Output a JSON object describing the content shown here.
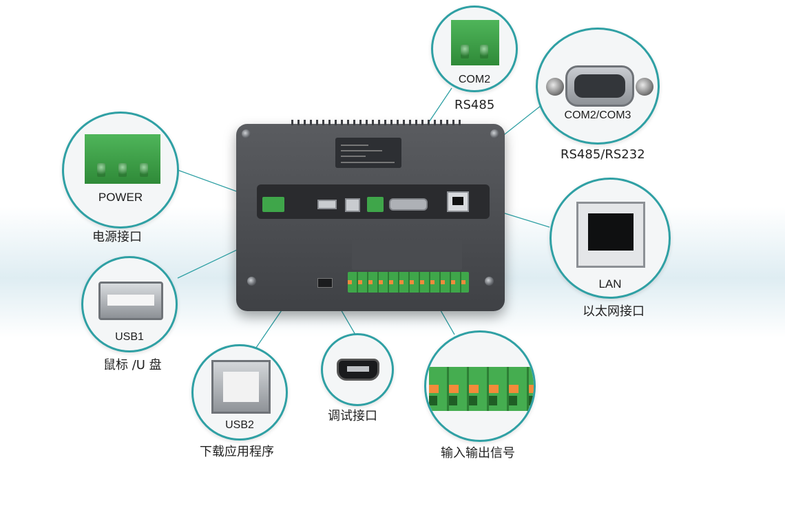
{
  "callouts": {
    "power": {
      "port_label": "POWER",
      "caption": "电源接口"
    },
    "com2": {
      "port_label": "COM2",
      "caption": "RS485"
    },
    "com2com3": {
      "port_label": "COM2/COM3",
      "caption": "RS485/RS232"
    },
    "lan": {
      "port_label": "LAN",
      "caption": "以太网接口"
    },
    "usb1": {
      "port_label": "USB1",
      "caption": "鼠标 /U 盘"
    },
    "usb2": {
      "port_label": "USB2",
      "caption": "下载应用程序"
    },
    "debug": {
      "caption": "调试接口"
    },
    "io": {
      "caption": "输入输出信号"
    }
  },
  "colors": {
    "accent": "#2fa0a4",
    "terminal_green": "#3fa64a",
    "terminal_orange": "#f38b3a"
  }
}
